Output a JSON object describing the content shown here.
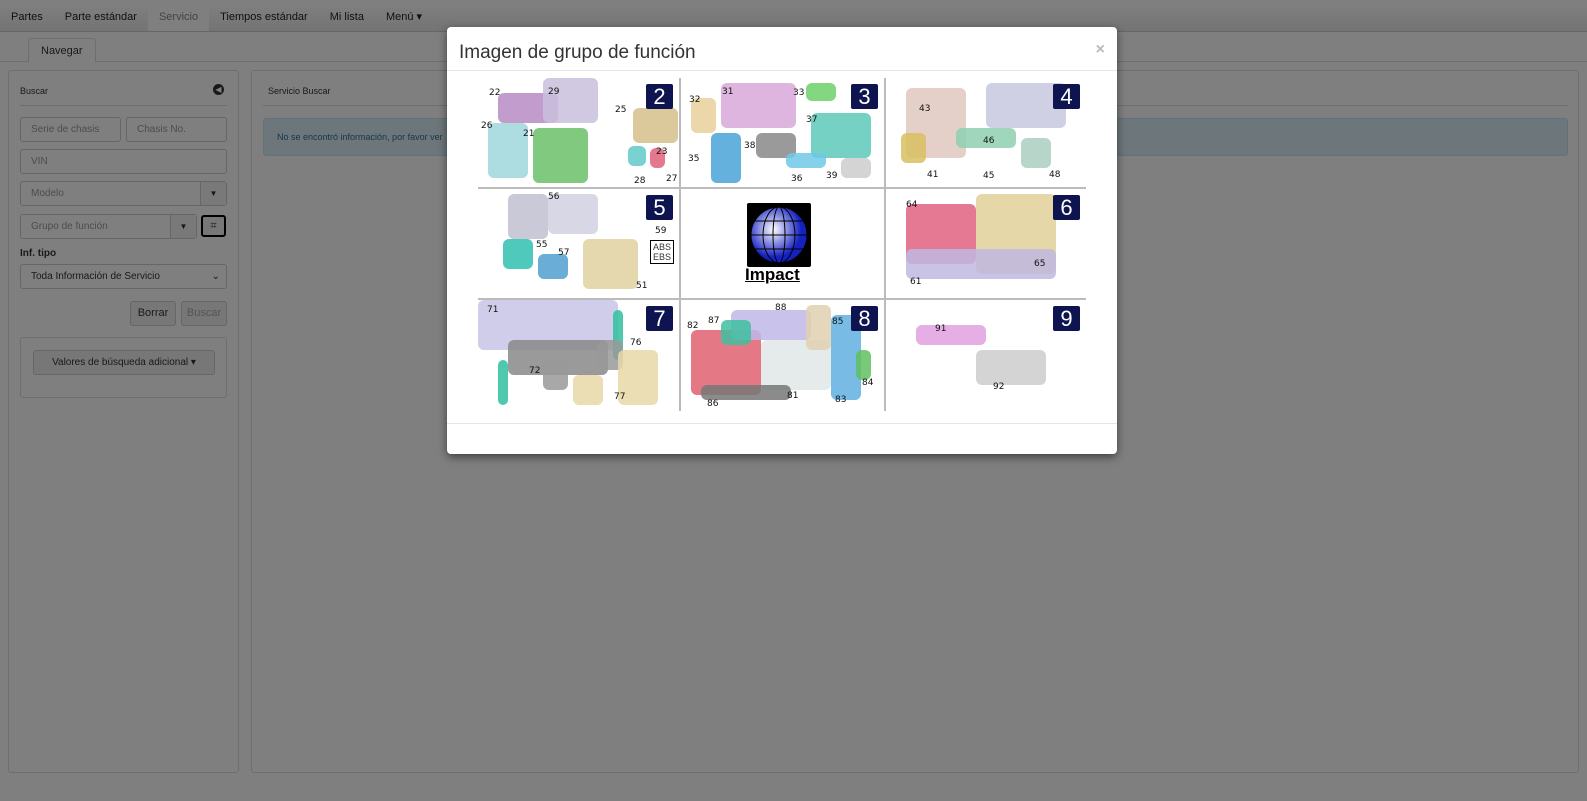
{
  "nav": {
    "items": [
      "Partes",
      "Parte estándar",
      "Servicio",
      "Tiempos estándar",
      "Mi lista",
      "Menú ▾"
    ],
    "active": 2
  },
  "tab": "Navegar",
  "search_panel": {
    "title": "Buscar",
    "serie_placeholder": "Serie de chasis",
    "chasis_placeholder": "Chasis No.",
    "vin_placeholder": "VIN",
    "modelo_placeholder": "Modelo",
    "grupo_placeholder": "Grupo de función",
    "inf_tipo_label": "Inf. tipo",
    "inf_tipo_value": "Toda Información de Servicio",
    "clear": "Borrar",
    "search": "Buscar",
    "additional": "Valores de búsqueda adicional"
  },
  "result_panel": {
    "title": "Servicio Buscar",
    "alert": "No se encontró información, por favor ver"
  },
  "modal": {
    "title": "Imagen de grupo de función",
    "close": "×",
    "cells": [
      {
        "number": "2",
        "labels": [
          "22",
          "29",
          "25",
          "26",
          "21",
          "23",
          "28",
          "27"
        ]
      },
      {
        "number": "3",
        "labels": [
          "32",
          "31",
          "33",
          "37",
          "38",
          "35",
          "36",
          "39"
        ]
      },
      {
        "number": "4",
        "labels": [
          "43",
          "46",
          "41",
          "45",
          "48"
        ]
      },
      {
        "number": "5",
        "labels": [
          "56",
          "55",
          "57",
          "51",
          "59"
        ],
        "box": [
          "ABS",
          "EBS"
        ]
      },
      {
        "logo": "Impact"
      },
      {
        "number": "6",
        "labels": [
          "64",
          "65",
          "61"
        ]
      },
      {
        "number": "7",
        "labels": [
          "71",
          "76",
          "72",
          "77"
        ]
      },
      {
        "number": "8",
        "labels": [
          "82",
          "87",
          "88",
          "85",
          "84",
          "81",
          "83",
          "86"
        ]
      },
      {
        "number": "9",
        "labels": [
          "91",
          "92"
        ]
      }
    ]
  }
}
